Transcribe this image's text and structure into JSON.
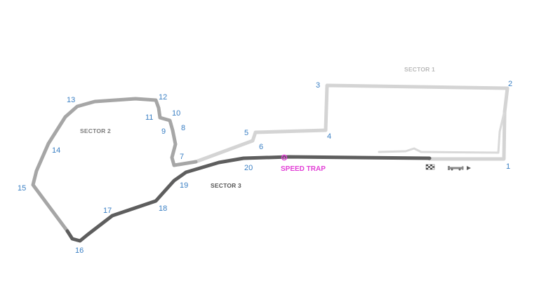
{
  "circuit": {
    "sectors": [
      {
        "id": "s1",
        "label": "SECTOR 1",
        "color": "#d2d2d2",
        "label_color": "#b9b9b9"
      },
      {
        "id": "s2",
        "label": "SECTOR 2",
        "color": "#a5a5a5",
        "label_color": "#7c7c7c"
      },
      {
        "id": "s3",
        "label": "SECTOR 3",
        "color": "#5f5f5f",
        "label_color": "#555555"
      }
    ],
    "turns": [
      "1",
      "2",
      "3",
      "4",
      "5",
      "6",
      "7",
      "8",
      "9",
      "10",
      "11",
      "12",
      "13",
      "14",
      "15",
      "16",
      "17",
      "18",
      "19",
      "20"
    ],
    "speed_trap": {
      "label": "SPEED TRAP",
      "color": "#e23fd6"
    },
    "turn_label_color": "#3a7fc4",
    "icons": [
      "start-finish-flag-icon",
      "direction-arrow-icon"
    ]
  }
}
